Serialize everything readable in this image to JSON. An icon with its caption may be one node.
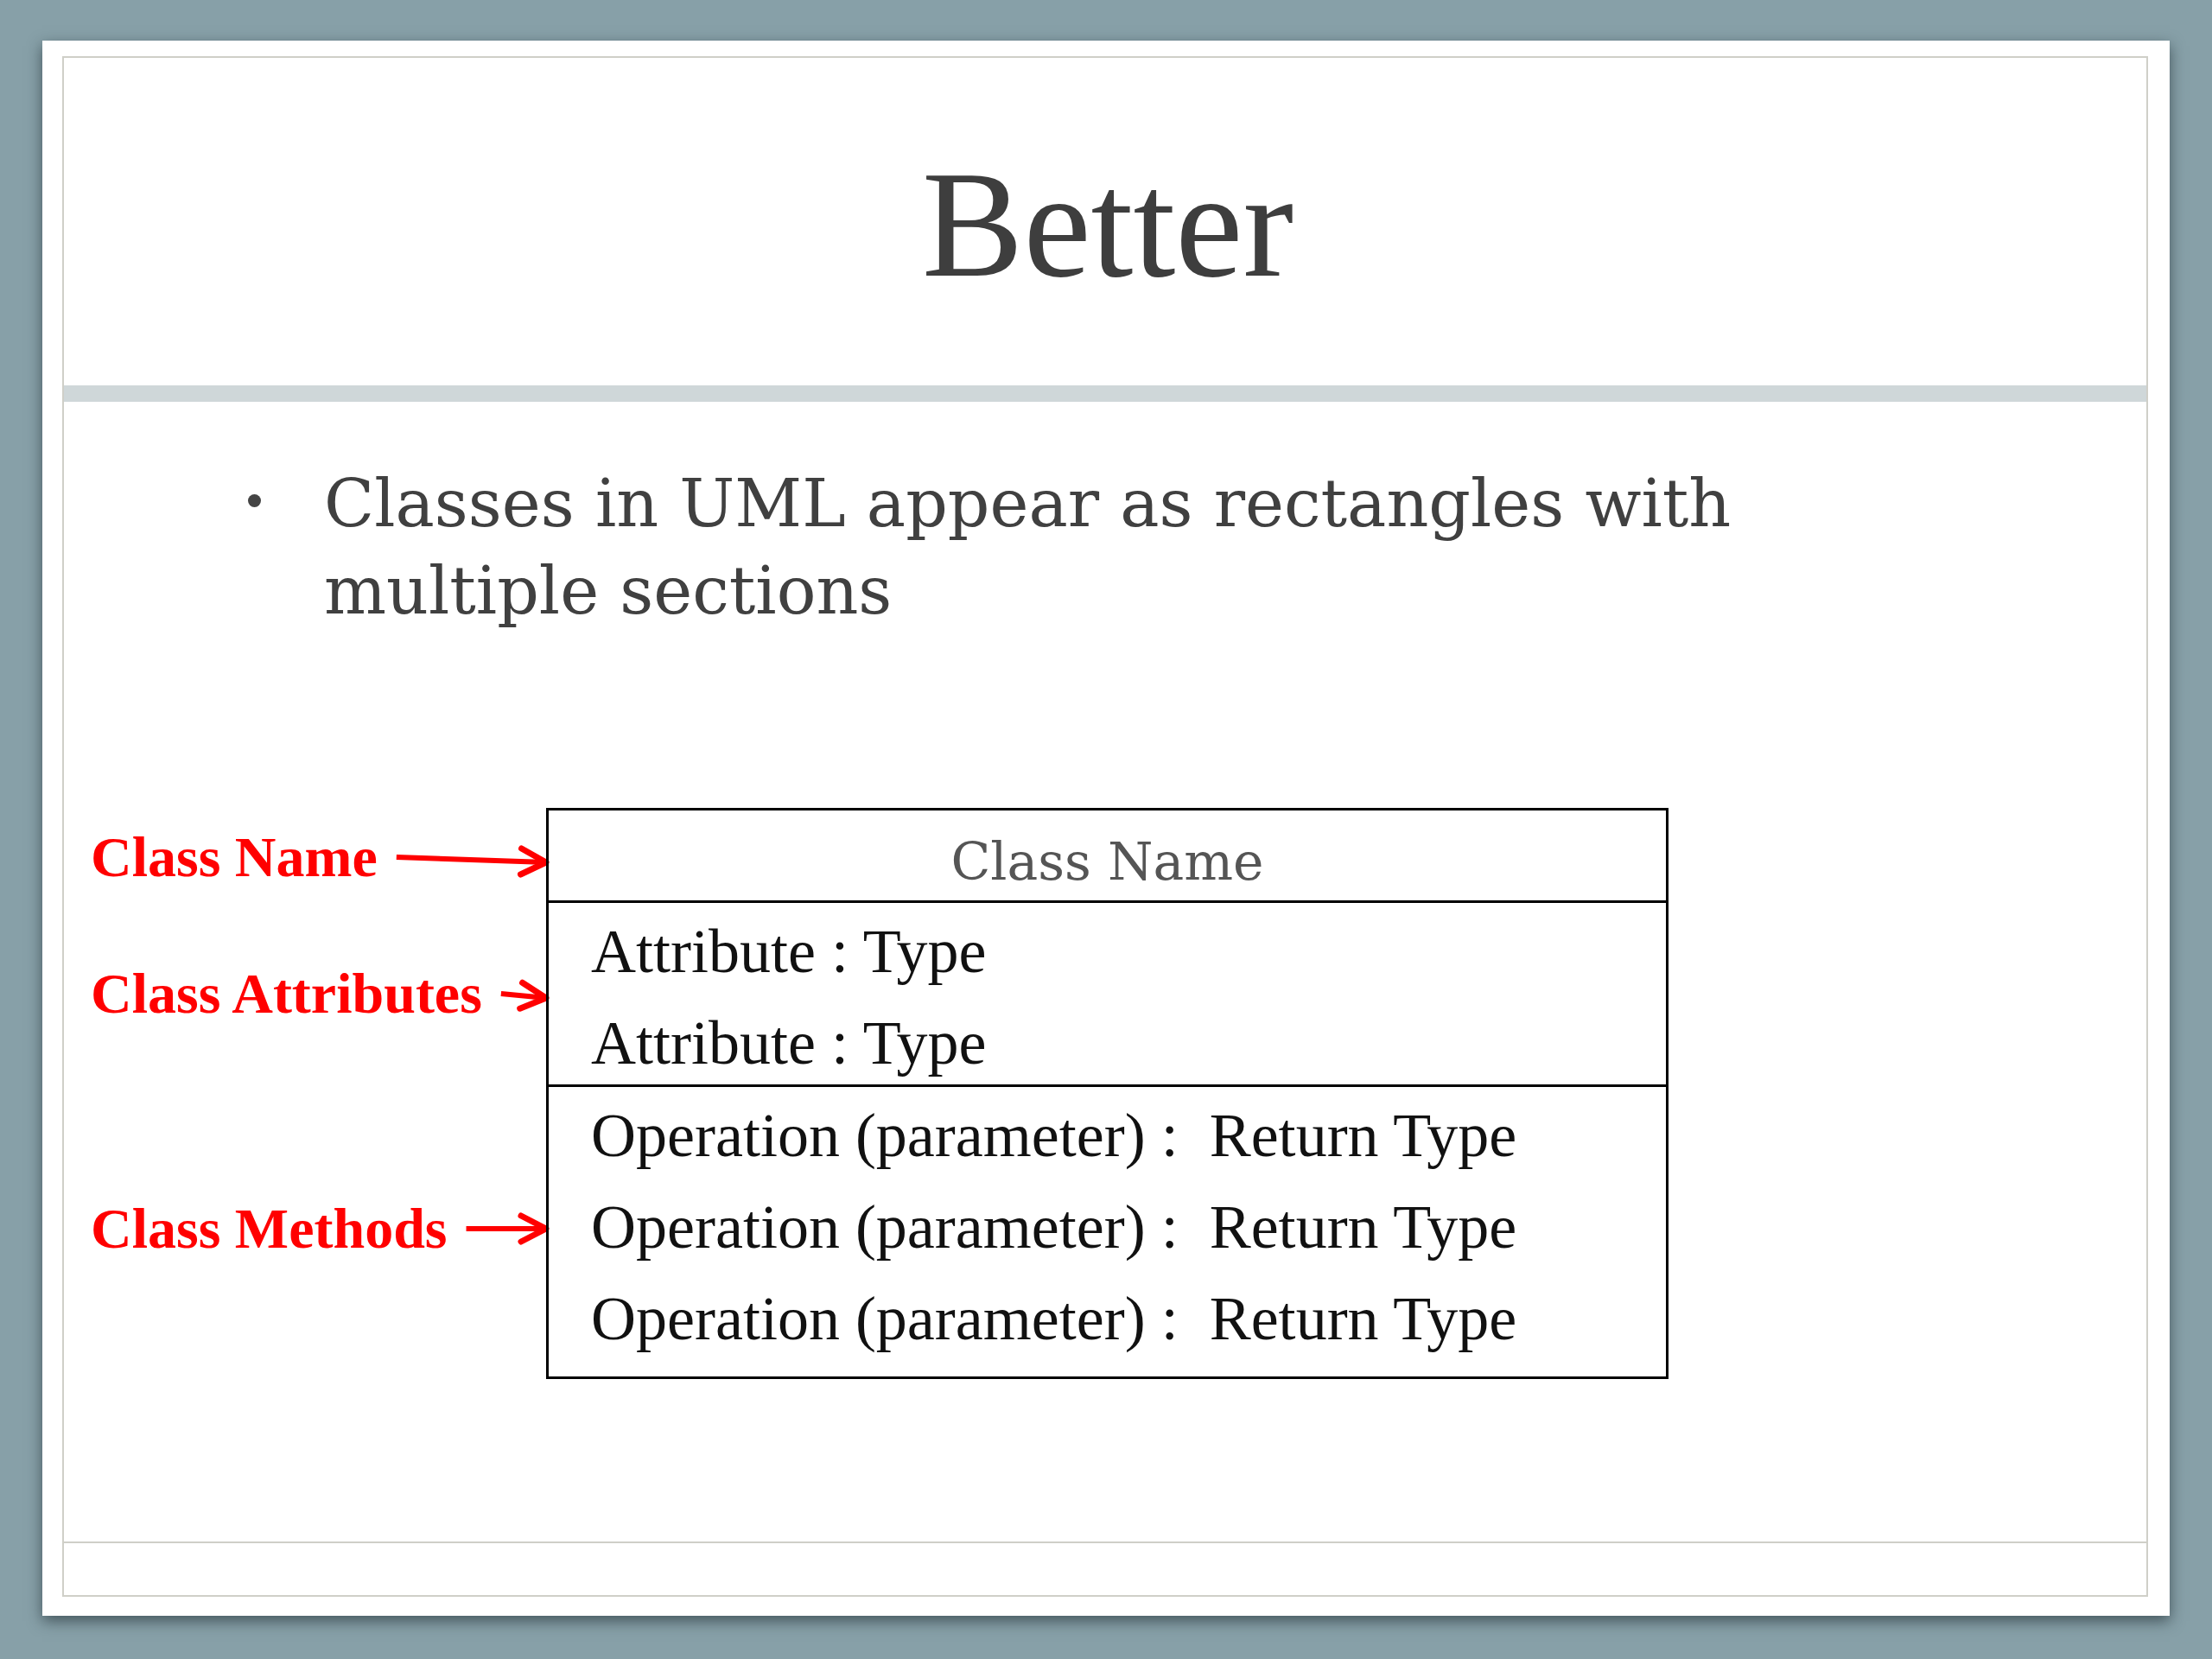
{
  "diagram": {
    "title": "Better",
    "nodes": [
      {
        "text": [],
        "shape": "box"
      },
      {
        "text": [
          "Class Name"
        ],
        "in": 0
      },
      {
        "text": [
          "Attribute : Type",
          "Attribute : Type"
        ],
        "in": 0
      },
      {
        "text": [
          "Operation (parameter) :  Return Type",
          "Operation (parameter) :  Return Type",
          "Operation (parameter) :  Return Type"
        ],
        "in": 0
      },
      {
        "text": [
          "Class Name"
        ]
      },
      {
        "text": [
          "Class Attributes"
        ]
      },
      {
        "text": [
          "Class Methods"
        ]
      }
    ],
    "edges": [
      {
        "from": 4,
        "to": 1,
        "arrow": "to"
      },
      {
        "from": 5,
        "to": 2,
        "arrow": "to"
      },
      {
        "from": 6,
        "to": 3,
        "arrow": "to"
      }
    ],
    "labels": [
      "Classes in UML appear as rectangles with multiple sections"
    ]
  }
}
